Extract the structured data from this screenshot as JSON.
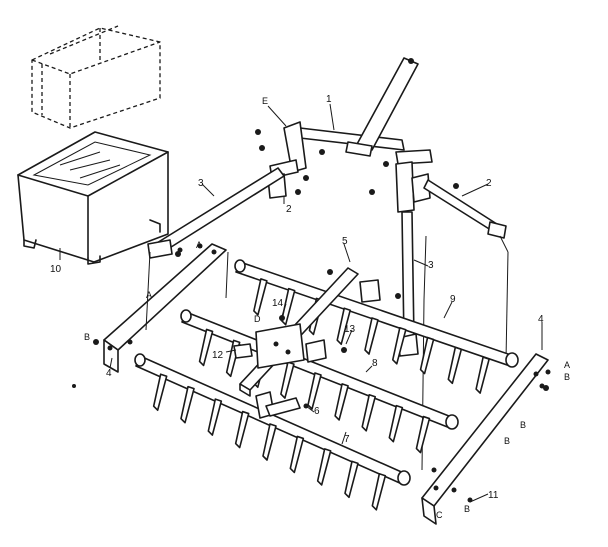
{
  "labels": {
    "p1": "1",
    "p2a": "2",
    "p2b": "2",
    "p3a": "3",
    "p3b": "3",
    "p4a": "4",
    "p4b": "4",
    "p5": "5",
    "p6": "6",
    "p7": "7",
    "p8": "8",
    "p9": "9",
    "p10": "10",
    "p11": "11",
    "p12": "12",
    "p13": "13",
    "p14": "14",
    "e": "E",
    "a1": "A",
    "a2": "A",
    "a3": "A",
    "b1": "B",
    "b2": "B",
    "b3": "B",
    "b4": "B",
    "b5": "B",
    "c": "C",
    "d": "D"
  }
}
